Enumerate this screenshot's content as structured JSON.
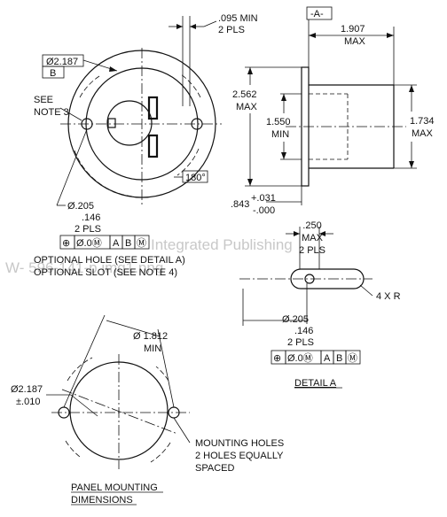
{
  "front_view": {
    "datum_b_dia": "Ø2.187",
    "datum_b": "B",
    "slot_dim_value": ".095 MIN",
    "slot_dim_qty": "2 PLS",
    "see_note_line1": "SEE",
    "see_note_line2": "NOTE 3",
    "angle": "180°",
    "hole_dia": "Ø.205",
    "hole_dia2": ".146",
    "hole_qty": "2 PLS",
    "fcf": [
      "⊕",
      "Ø.0Ⓜ",
      "A",
      "B",
      "Ⓜ"
    ],
    "note_hole": "OPTIONAL HOLE (SEE DETAIL A)",
    "note_slot": "OPTIONAL SLOT (SEE NOTE 4)"
  },
  "side_view": {
    "datum_a": "-A-",
    "length_value": "1.907",
    "length_qual": "MAX",
    "flange_height_value": "2.562",
    "flange_height_qual": "MAX",
    "inner_dia_value": "1.550",
    "inner_dia_qual": "MIN",
    "body_dia_value": "1.734",
    "body_dia_qual": "MAX",
    "flange_thk_value": ".843",
    "flange_thk_tol_plus": "+.031",
    "flange_thk_tol_minus": "-.000"
  },
  "detail_a": {
    "width_value": ".250",
    "width_qual": "MAX",
    "width_qty": "2 PLS",
    "radius": "4 X R",
    "hole_dia": "Ø.205",
    "hole_dia2": ".146",
    "hole_qty": "2 PLS",
    "fcf": [
      "⊕",
      "Ø.0Ⓜ",
      "A",
      "B",
      "Ⓜ"
    ],
    "title": "DETAIL A"
  },
  "panel": {
    "spacing_value": "Ø 1.812",
    "spacing_qual": "MIN",
    "cutout_value": "Ø2.187",
    "cutout_tol": "±.010",
    "holes_line1": "MOUNTING HOLES",
    "holes_line2": "2 HOLES EQUALLY",
    "holes_line3": "SPACED",
    "title_line1": "PANEL MOUNTING",
    "title_line2": "DIMENSIONS"
  },
  "watermark": {
    "line1": "Integrated Publishing",
    "line2": "W-                    596-141-p                  img1.png"
  }
}
